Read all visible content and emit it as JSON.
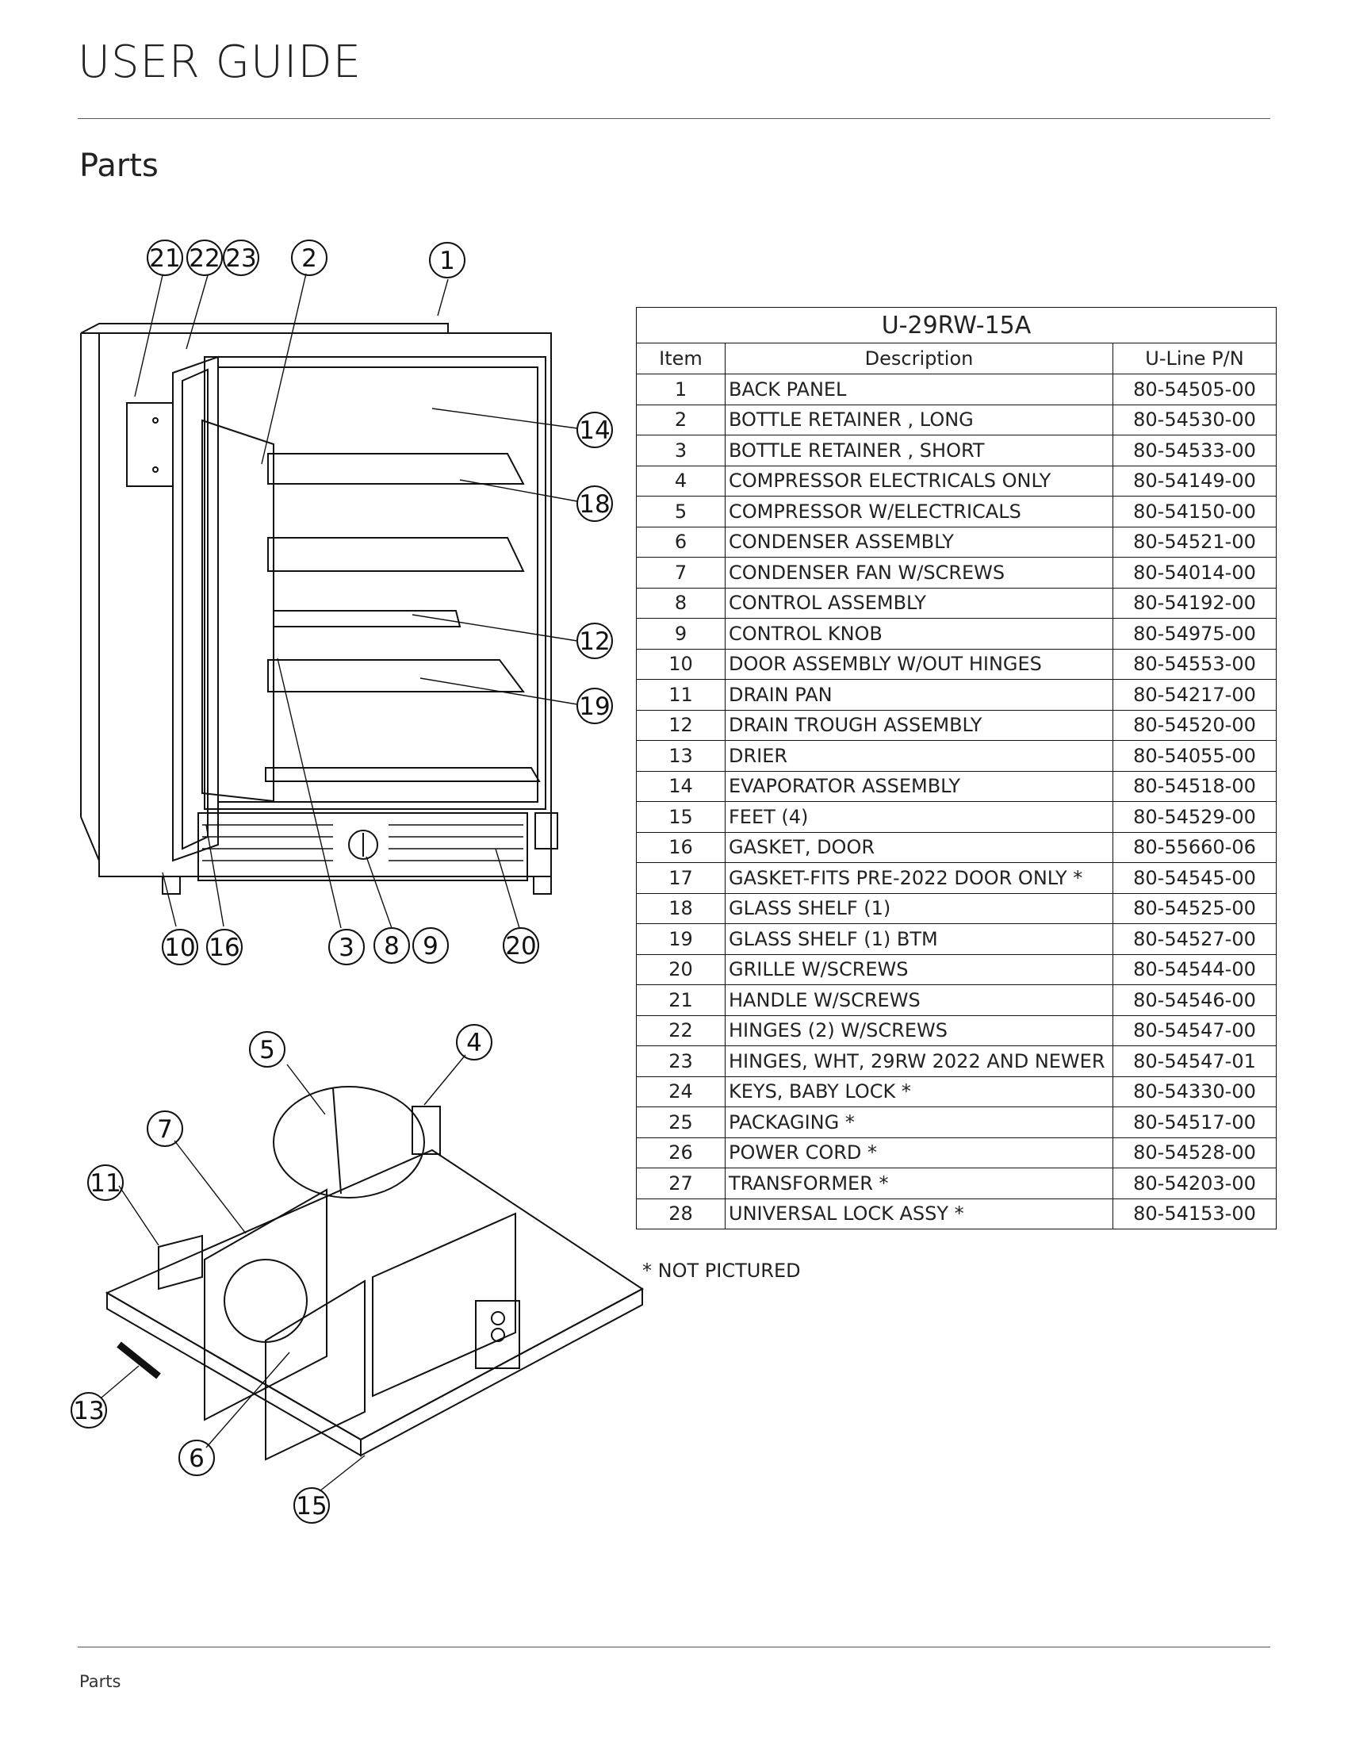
{
  "header": {
    "title": "USER GUIDE"
  },
  "section": {
    "title": "Parts"
  },
  "footer": {
    "label": "Parts"
  },
  "parts_table": {
    "model": "U-29RW-15A",
    "columns": [
      "Item",
      "Description",
      "U-Line P/N"
    ],
    "rows": [
      {
        "item": "1",
        "desc": "BACK PANEL",
        "pn": "80-54505-00"
      },
      {
        "item": "2",
        "desc": "BOTTLE RETAINER , LONG",
        "pn": "80-54530-00"
      },
      {
        "item": "3",
        "desc": "BOTTLE RETAINER , SHORT",
        "pn": "80-54533-00"
      },
      {
        "item": "4",
        "desc": "COMPRESSOR ELECTRICALS ONLY",
        "pn": "80-54149-00"
      },
      {
        "item": "5",
        "desc": "COMPRESSOR W/ELECTRICALS",
        "pn": "80-54150-00"
      },
      {
        "item": "6",
        "desc": "CONDENSER ASSEMBLY",
        "pn": "80-54521-00"
      },
      {
        "item": "7",
        "desc": "CONDENSER FAN W/SCREWS",
        "pn": "80-54014-00"
      },
      {
        "item": "8",
        "desc": "CONTROL ASSEMBLY",
        "pn": "80-54192-00"
      },
      {
        "item": "9",
        "desc": "CONTROL KNOB",
        "pn": "80-54975-00"
      },
      {
        "item": "10",
        "desc": "DOOR ASSEMBLY W/OUT HINGES",
        "pn": "80-54553-00"
      },
      {
        "item": "11",
        "desc": "DRAIN PAN",
        "pn": "80-54217-00"
      },
      {
        "item": "12",
        "desc": "DRAIN TROUGH ASSEMBLY",
        "pn": "80-54520-00"
      },
      {
        "item": "13",
        "desc": "DRIER",
        "pn": "80-54055-00"
      },
      {
        "item": "14",
        "desc": "EVAPORATOR ASSEMBLY",
        "pn": "80-54518-00"
      },
      {
        "item": "15",
        "desc": "FEET (4)",
        "pn": "80-54529-00"
      },
      {
        "item": "16",
        "desc": "GASKET, DOOR",
        "pn": "80-55660-06"
      },
      {
        "item": "17",
        "desc": "GASKET-FITS PRE-2022 DOOR ONLY *",
        "pn": "80-54545-00"
      },
      {
        "item": "18",
        "desc": "GLASS SHELF (1)",
        "pn": "80-54525-00"
      },
      {
        "item": "19",
        "desc": "GLASS SHELF (1) BTM",
        "pn": "80-54527-00"
      },
      {
        "item": "20",
        "desc": "GRILLE W/SCREWS",
        "pn": "80-54544-00"
      },
      {
        "item": "21",
        "desc": "HANDLE W/SCREWS",
        "pn": "80-54546-00"
      },
      {
        "item": "22",
        "desc": "HINGES (2) W/SCREWS",
        "pn": "80-54547-00"
      },
      {
        "item": "23",
        "desc": "HINGES, WHT, 29RW 2022 AND NEWER",
        "pn": "80-54547-01"
      },
      {
        "item": "24",
        "desc": "KEYS, BABY LOCK *",
        "pn": "80-54330-00"
      },
      {
        "item": "25",
        "desc": "PACKAGING *",
        "pn": "80-54517-00"
      },
      {
        "item": "26",
        "desc": "POWER CORD *",
        "pn": "80-54528-00"
      },
      {
        "item": "27",
        "desc": "TRANSFORMER *",
        "pn": "80-54203-00"
      },
      {
        "item": "28",
        "desc": "UNIVERSAL LOCK ASSY *",
        "pn": "80-54153-00"
      }
    ],
    "note": "* NOT PICTURED"
  },
  "diagram_callouts": {
    "c1": "1",
    "c2": "2",
    "c3": "3",
    "c4": "4",
    "c5": "5",
    "c6": "6",
    "c7": "7",
    "c8": "8",
    "c9": "9",
    "c10": "10",
    "c11": "11",
    "c12": "12",
    "c13": "13",
    "c14": "14",
    "c15": "15",
    "c16": "16",
    "c18": "18",
    "c19": "19",
    "c20": "20",
    "c21": "21",
    "c22": "22",
    "c23": "23"
  }
}
